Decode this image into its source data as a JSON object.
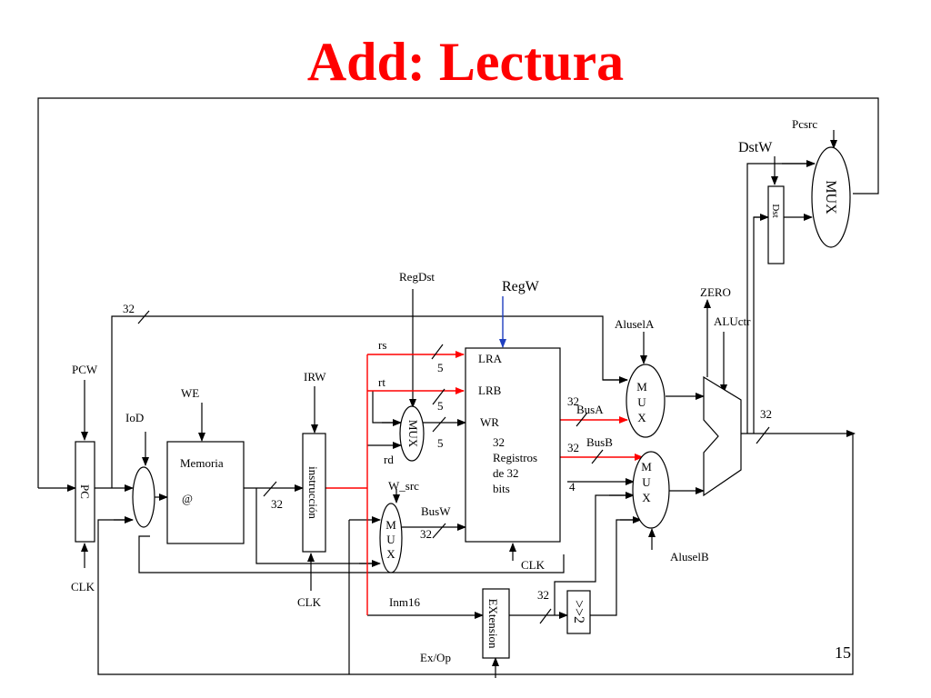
{
  "slide": {
    "title": "Add: Lectura",
    "page_number": "15"
  },
  "colors": {
    "title": "#ff0000",
    "active_path": "#ff0000",
    "regw_signal": "#1f3fbf",
    "wire": "#000000"
  },
  "components": {
    "pc": "PC",
    "memoria": "Memoria",
    "memoria_addr": "@",
    "instruccion": "instrucción",
    "mux_regdst": "MUX",
    "mux_wsrc": [
      "M",
      "U",
      "X"
    ],
    "regfile_ports": [
      "LRA",
      "LRB",
      "WR"
    ],
    "regfile_desc": [
      "32",
      "Registros",
      "de 32",
      "bits"
    ],
    "extension": "EXtension",
    "shift": ">>2",
    "mux_a": [
      "M",
      "U",
      "X"
    ],
    "mux_b": [
      "M",
      "U",
      "X"
    ],
    "dst": "Dst",
    "mux_pc": "MUX"
  },
  "signals": {
    "pcw": "PCW",
    "clk_pc": "CLK",
    "iod": "IoD",
    "we": "WE",
    "irw": "IRW",
    "clk_ir": "CLK",
    "regdst": "RegDst",
    "regw": "RegW",
    "w_src": "W_src",
    "clk_reg": "CLK",
    "aluselA": "AluselA",
    "aluselB": "AluselB",
    "zero": "ZERO",
    "aluctr": "ALUctr",
    "dstw": "DstW",
    "pcsrc": "Pcsrc",
    "exop": "Ex/Op",
    "inm16": "Inm16"
  },
  "wire_labels": {
    "rs": "rs",
    "rt": "rt",
    "rd": "rd",
    "busA": "BusA",
    "busB": "BusB",
    "busW": "BusW",
    "four": "4",
    "bits32": "32",
    "bits5": "5"
  }
}
